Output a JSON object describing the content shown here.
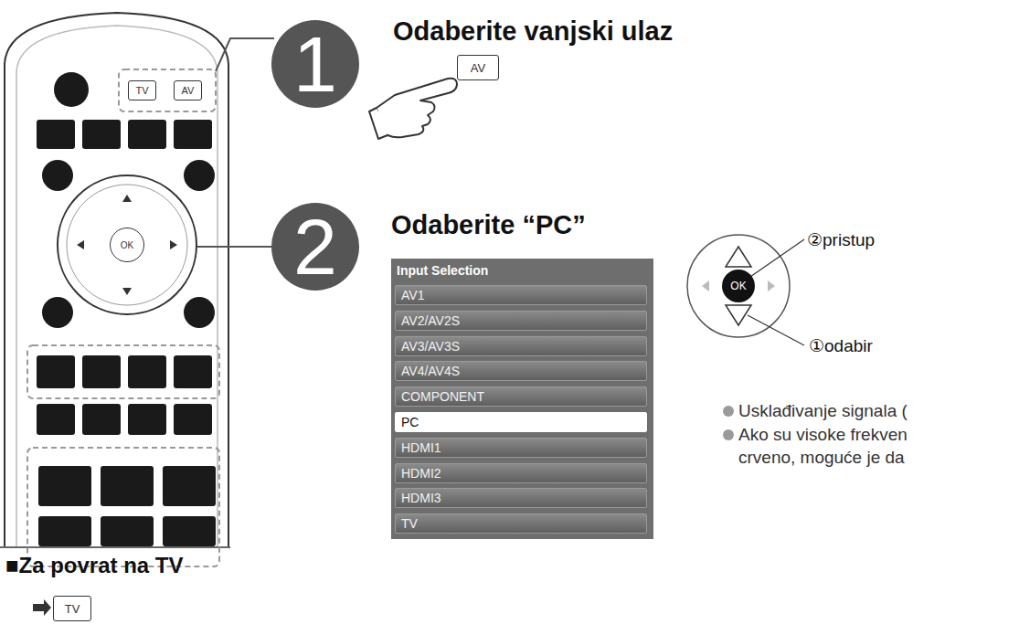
{
  "diagram": {
    "nodes": [
      {
        "text": [
          "TV"
        ]
      },
      {
        "text": [
          "AV"
        ]
      },
      {
        "text": [
          "OK"
        ]
      },
      {
        "text": [
          "1"
        ]
      },
      {
        "text": [
          "2"
        ]
      },
      {
        "text": [
          "AV"
        ]
      },
      {
        "text": [
          "Input Selection"
        ]
      },
      {
        "text": [
          "AV1"
        ],
        "in": 6
      },
      {
        "text": [
          "AV2/AV2S"
        ],
        "in": 6
      },
      {
        "text": [
          "AV3/AV3S"
        ],
        "in": 6
      },
      {
        "text": [
          "AV4/AV4S"
        ],
        "in": 6
      },
      {
        "text": [
          "COMPONENT"
        ],
        "in": 6
      },
      {
        "text": [
          "PC"
        ],
        "in": 6
      },
      {
        "text": [
          "HDMI1"
        ],
        "in": 6
      },
      {
        "text": [
          "HDMI2"
        ],
        "in": 6
      },
      {
        "text": [
          "HDMI3"
        ],
        "in": 6
      },
      {
        "text": [
          "TV"
        ],
        "in": 6
      },
      {
        "text": [
          "OK"
        ]
      },
      {
        "text": [
          "TV"
        ]
      }
    ],
    "labels": [
      "Odaberite vanjski ulaz",
      "Odaberite “PC”",
      "②pristup",
      "①odabir",
      "Usklađivanje signala (",
      "Ako su visoke frekven",
      "crveno, moguće je da",
      "■Za povrat na TV"
    ]
  }
}
